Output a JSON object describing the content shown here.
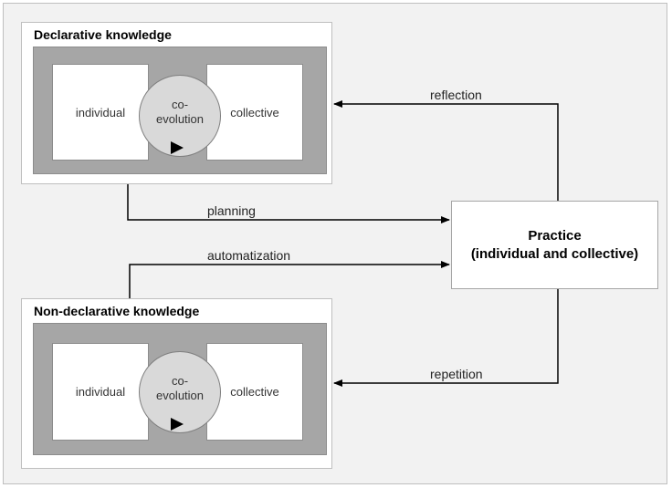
{
  "declarative": {
    "title": "Declarative knowledge",
    "left_label": "individual",
    "right_label": "collective",
    "circle_line1": "co-",
    "circle_line2": "evolution"
  },
  "non_declarative": {
    "title": "Non-declarative knowledge",
    "left_label": "individual",
    "right_label": "collective",
    "circle_line1": "co-",
    "circle_line2": "evolution"
  },
  "practice": {
    "line1": "Practice",
    "line2": "(individual and collective)"
  },
  "edges": {
    "reflection": "reflection",
    "planning": "planning",
    "automatization": "automatization",
    "repetition": "repetition"
  }
}
